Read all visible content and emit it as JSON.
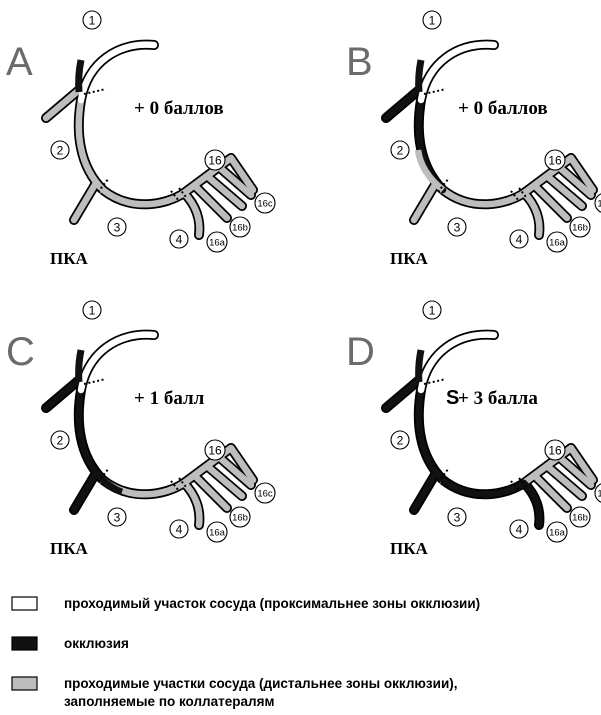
{
  "panels": [
    {
      "letter": "A",
      "score": "+ 0 баллов",
      "vessel": "ПКА",
      "s_mark": ""
    },
    {
      "letter": "B",
      "score": "+ 0 баллов",
      "vessel": "ПКА",
      "s_mark": ""
    },
    {
      "letter": "C",
      "score": "+ 1 балл",
      "vessel": "ПКА",
      "s_mark": ""
    },
    {
      "letter": "D",
      "score": "+ 3 балла",
      "vessel": "ПКА",
      "s_mark": "S"
    }
  ],
  "segment_labels": {
    "s1": "1",
    "s2": "2",
    "s3": "3",
    "s4": "4",
    "s16": "16",
    "s16a": "16a",
    "s16b": "16b",
    "s16c": "16c"
  },
  "legend": [
    {
      "swatch": "#ffffff",
      "text": "проходимый участок сосуда (проксимальнее зоны окклюзии)"
    },
    {
      "swatch": "#111111",
      "text": "окклюзия"
    },
    {
      "swatch": "#bdbdbd",
      "text_line1": "проходимые участки сосуда (дистальнее зоны окклюзии),",
      "text_line2": "заполняемые по коллатералям"
    }
  ],
  "colors": {
    "patent": "#ffffff",
    "occlusion": "#111111",
    "collateral": "#bdbdbd"
  }
}
